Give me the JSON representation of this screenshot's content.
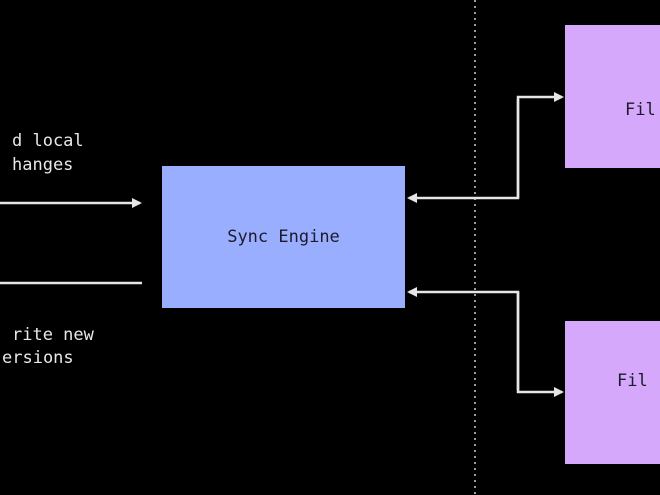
{
  "labels": {
    "left_top_line1": "d local",
    "left_top_line2": "hanges",
    "left_bottom_line1": "rite new",
    "left_bottom_line2": "ersions"
  },
  "nodes": {
    "sync_engine": "Sync Engine",
    "file_top": "Fil",
    "file_bottom": "Fil"
  },
  "colors": {
    "background": "#000000",
    "sync_engine_fill": "#9aaeff",
    "file_fill": "#d6a8fb",
    "line": "#e6e6e6"
  },
  "icons": {
    "arrowhead": "arrowhead-icon"
  }
}
